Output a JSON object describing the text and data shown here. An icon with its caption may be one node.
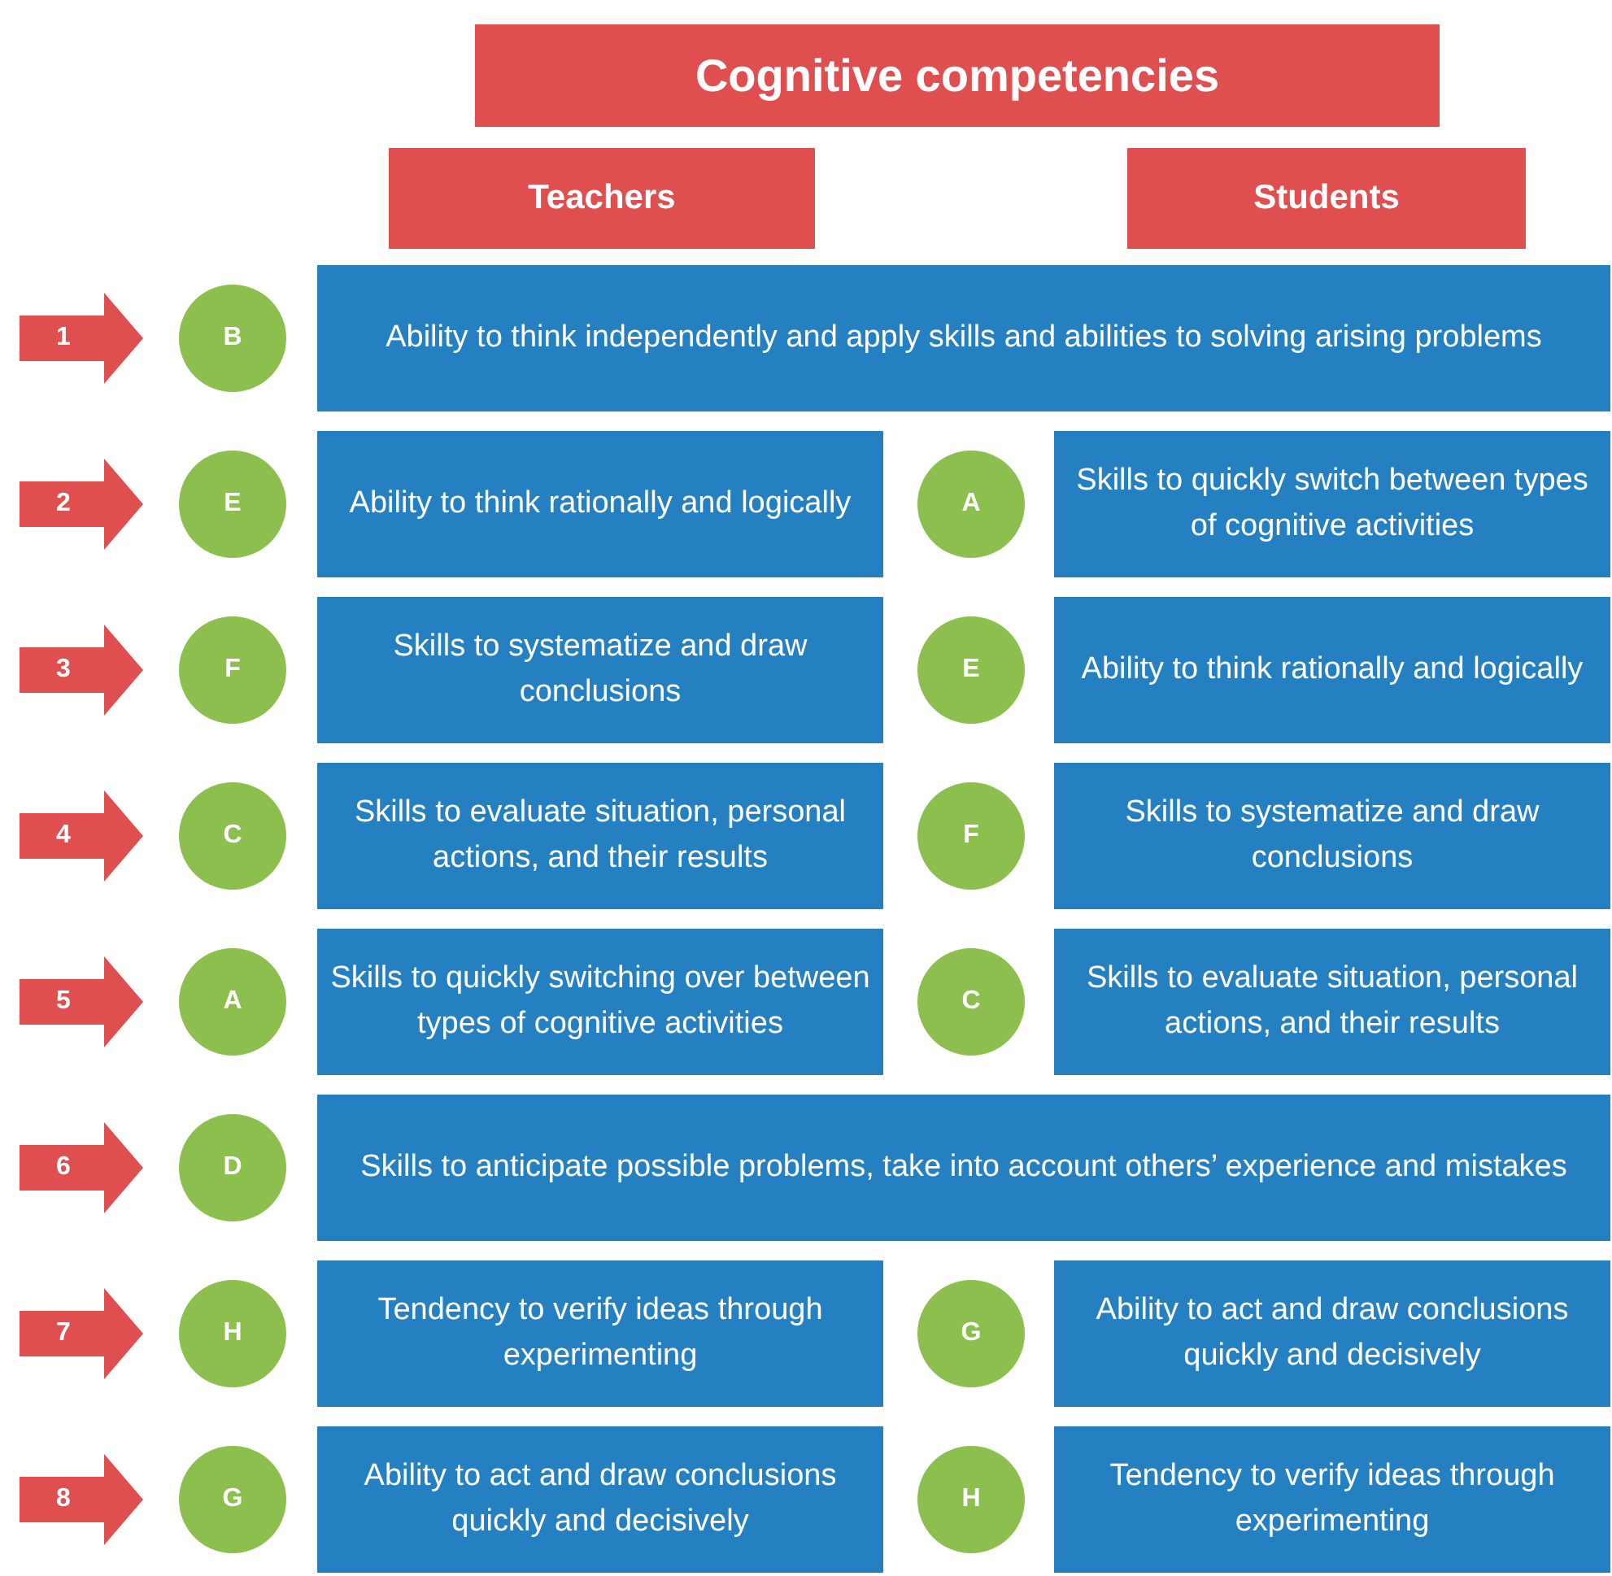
{
  "diagram": {
    "nodes": [
      {
        "text": [
          "Cognitive competencies"
        ]
      },
      {
        "text": [
          "Teachers"
        ]
      },
      {
        "text": [
          "Students"
        ]
      },
      {
        "text": [
          "1"
        ]
      },
      {
        "text": [
          "B"
        ]
      },
      {
        "text": [
          "Ability to think independently and apply skills and abilities to solving arising problems"
        ]
      },
      {
        "text": [
          "2"
        ]
      },
      {
        "text": [
          "E"
        ]
      },
      {
        "text": [
          "Ability to think rationally and logically"
        ]
      },
      {
        "text": [
          "A"
        ]
      },
      {
        "text": [
          "Skills to quickly switch between types of cognitive activities"
        ]
      },
      {
        "text": [
          "3"
        ]
      },
      {
        "text": [
          "F"
        ]
      },
      {
        "text": [
          "Skills to systematize and draw conclusions"
        ]
      },
      {
        "text": [
          "E"
        ]
      },
      {
        "text": [
          "Ability to think rationally and logically"
        ]
      },
      {
        "text": [
          "4"
        ]
      },
      {
        "text": [
          "C"
        ]
      },
      {
        "text": [
          "Skills to evaluate situation, personal actions, and their results"
        ]
      },
      {
        "text": [
          "F"
        ]
      },
      {
        "text": [
          "Skills to systematize and draw conclusions"
        ]
      },
      {
        "text": [
          "5"
        ]
      },
      {
        "text": [
          "A"
        ]
      },
      {
        "text": [
          "Skills to quickly switching over between types of cognitive activities"
        ]
      },
      {
        "text": [
          "C"
        ]
      },
      {
        "text": [
          "Skills to evaluate situation, personal actions, and their results"
        ]
      },
      {
        "text": [
          "6"
        ]
      },
      {
        "text": [
          "D"
        ]
      },
      {
        "text": [
          "Skills to anticipate possible problems, take into account others’ experience and mistakes"
        ]
      },
      {
        "text": [
          "7"
        ]
      },
      {
        "text": [
          "H"
        ]
      },
      {
        "text": [
          "Tendency to verify ideas through experimenting"
        ]
      },
      {
        "text": [
          "G"
        ]
      },
      {
        "text": [
          "Ability to act and draw conclusions quickly and decisively"
        ]
      },
      {
        "text": [
          "8"
        ]
      },
      {
        "text": [
          "G"
        ]
      },
      {
        "text": [
          "Ability to act and draw conclusions quickly and decisively"
        ]
      },
      {
        "text": [
          "H"
        ]
      },
      {
        "text": [
          "Tendency to verify ideas through experimenting"
        ]
      }
    ]
  }
}
